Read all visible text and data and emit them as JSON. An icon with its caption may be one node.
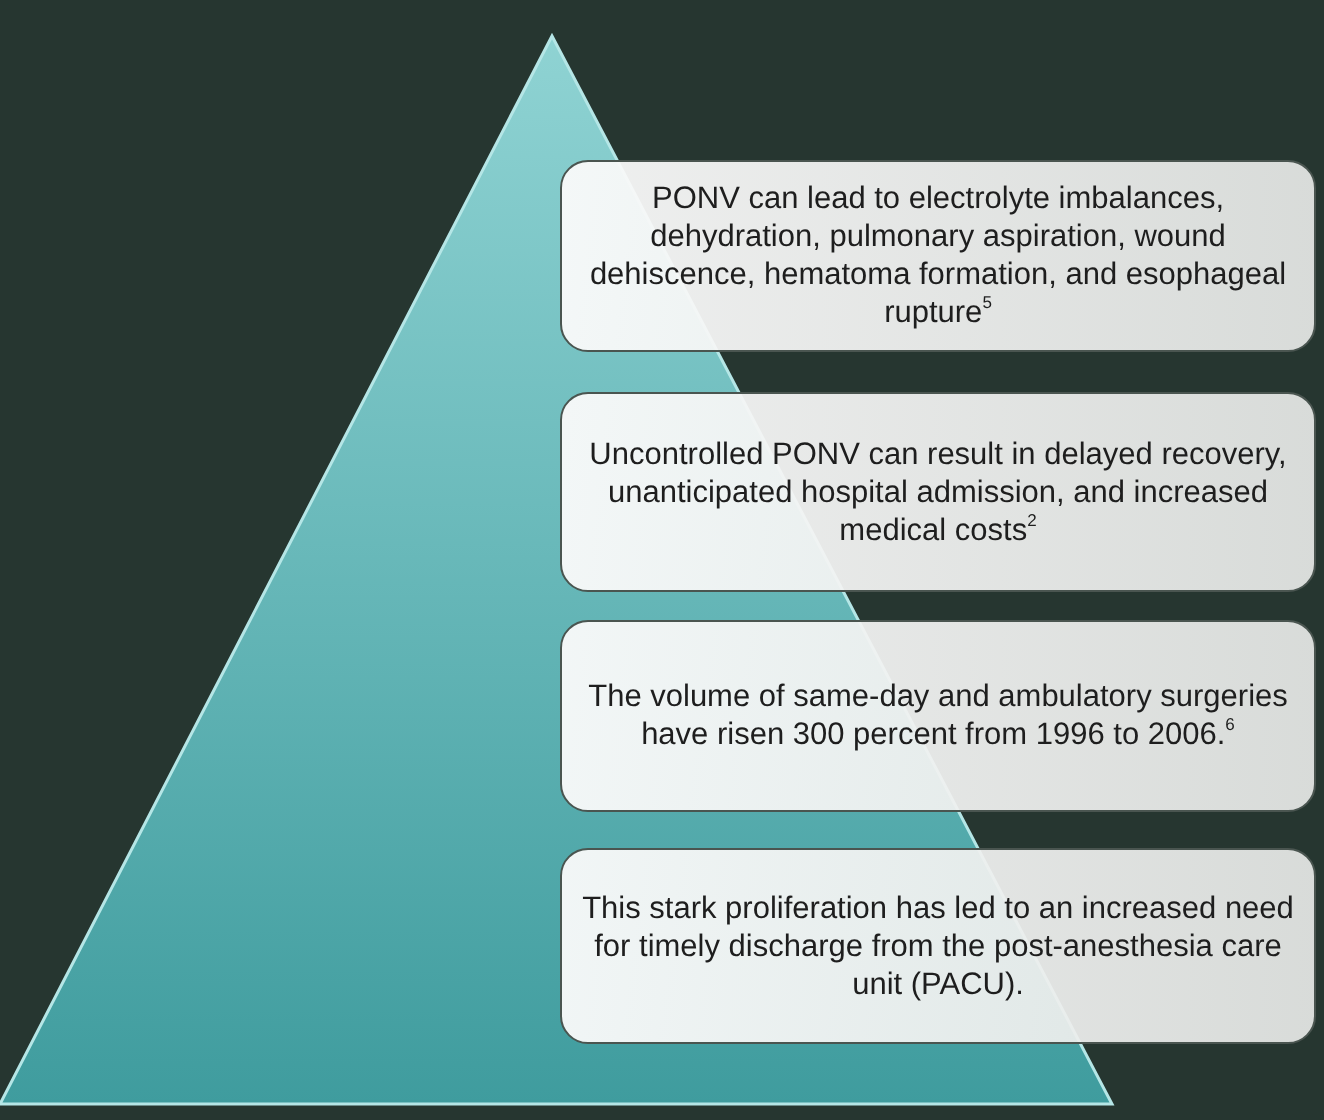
{
  "diagram": {
    "nodes": [
      {
        "text": [
          "PONV can lead to electrolyte imbalances, dehydration, pulmonary aspiration, wound dehiscence, hematoma formation, and esophageal rupture$^{5}$"
        ]
      },
      {
        "text": [
          "Uncontrolled PONV can result in delayed recovery, unanticipated hospital admission, and increased medical costs$^{2}$"
        ]
      },
      {
        "text": [
          "The volume of same-day and ambulatory surgeries have risen 300 percent from 1996 to 2006.$^{6}$"
        ]
      },
      {
        "text": [
          "This stark proliferation has led to an increased need for timely discharge from the post-anesthesia care unit (PACU)."
        ]
      }
    ]
  }
}
